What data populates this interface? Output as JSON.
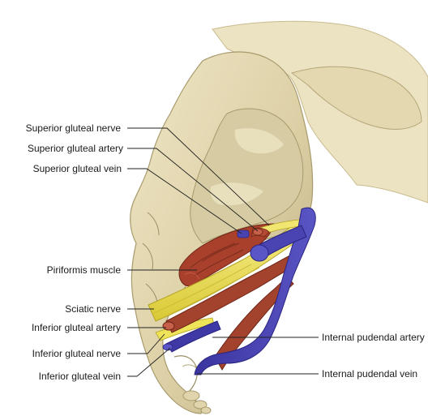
{
  "labels": {
    "superior_gluteal_nerve": "Superior gluteal nerve",
    "superior_gluteal_artery": "Superior gluteal artery",
    "superior_gluteal_vein": "Superior gluteal vein",
    "piriformis_muscle": "Piriformis muscle",
    "sciatic_nerve": "Sciatic nerve",
    "inferior_gluteal_artery": "Inferior gluteal artery",
    "inferior_gluteal_nerve": "Inferior gluteal nerve",
    "inferior_gluteal_vein": "Inferior gluteal vein",
    "internal_pudendal_artery": "Internal pudendal artery",
    "internal_pudendal_vein": "Internal pudendal vein"
  },
  "colors": {
    "bone": "#e7dcb8",
    "bone_shadow": "#c2b58c",
    "bone_dark": "#9c8f66",
    "muscle": "#a8402c",
    "nerve": "#efe35a",
    "artery": "#a3422d",
    "vein": "#4a44b2",
    "leader_line": "#222222"
  }
}
